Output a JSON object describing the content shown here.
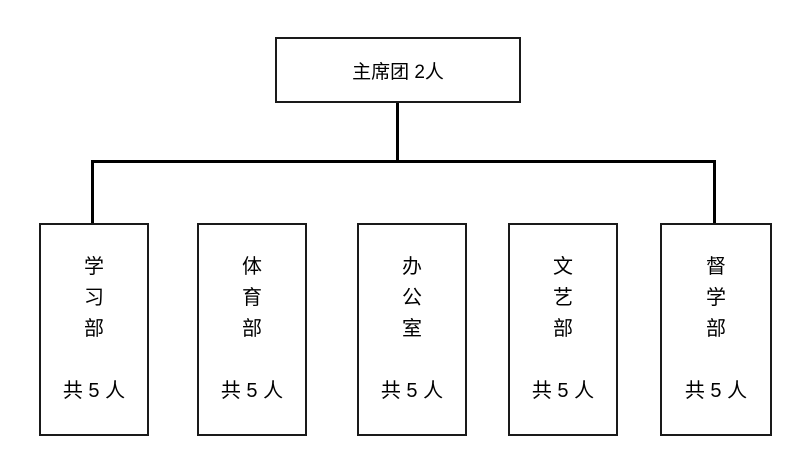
{
  "root": {
    "label": "主席团 2人"
  },
  "departments": [
    {
      "name": "学习部",
      "count": "共 5 人"
    },
    {
      "name": "体育部",
      "count": "共 5 人"
    },
    {
      "name": "办公室",
      "count": "共 5 人"
    },
    {
      "name": "文艺部",
      "count": "共 5 人"
    },
    {
      "name": "督学部",
      "count": "共 5 人"
    }
  ],
  "colors": {
    "line": "#000000",
    "box_border": "#1a1a1a",
    "text": "#000000",
    "background": "#ffffff"
  }
}
